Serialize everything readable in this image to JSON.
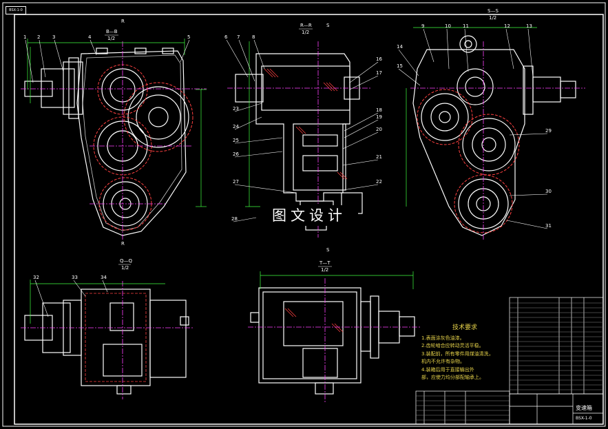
{
  "watermark": "图文设计",
  "title_block": {
    "name": "变速箱",
    "code": "BSX-1-0"
  },
  "corner_code": "BSX-1-0",
  "technical_requirements": {
    "title": "技术要求",
    "items": [
      "1.表面涂灰色油漆。",
      "2.齿轮啮合应转动灵活平稳。",
      "3.装配前，所有零件用煤油清洗，",
      "机内不允许有杂物。",
      "4.装箱后用于直接输出外",
      "部，应使力均分部配轴承上。"
    ]
  },
  "section_labels": {
    "r": "R",
    "s": "S",
    "view_b": "B—B",
    "view_r": "R—R",
    "view_s": "S—S",
    "view_q": "Q—Q",
    "view_t": "T—T",
    "scale": "1/2"
  },
  "part_numbers": [
    "1",
    "2",
    "3",
    "4",
    "5",
    "6",
    "7",
    "8",
    "9",
    "10",
    "11",
    "12",
    "13",
    "14",
    "15",
    "16",
    "17",
    "18",
    "19",
    "20",
    "21",
    "22",
    "23",
    "24",
    "25",
    "26",
    "27",
    "28",
    "29",
    "30",
    "31",
    "32",
    "33",
    "34"
  ],
  "colors": {
    "background": "#000000",
    "lines": "#ffffff",
    "hidden": "#ff4040",
    "center": "#ff40ff",
    "dims": "#40ff40",
    "notes": "#e8d44a",
    "hatch": "#ff4040"
  }
}
